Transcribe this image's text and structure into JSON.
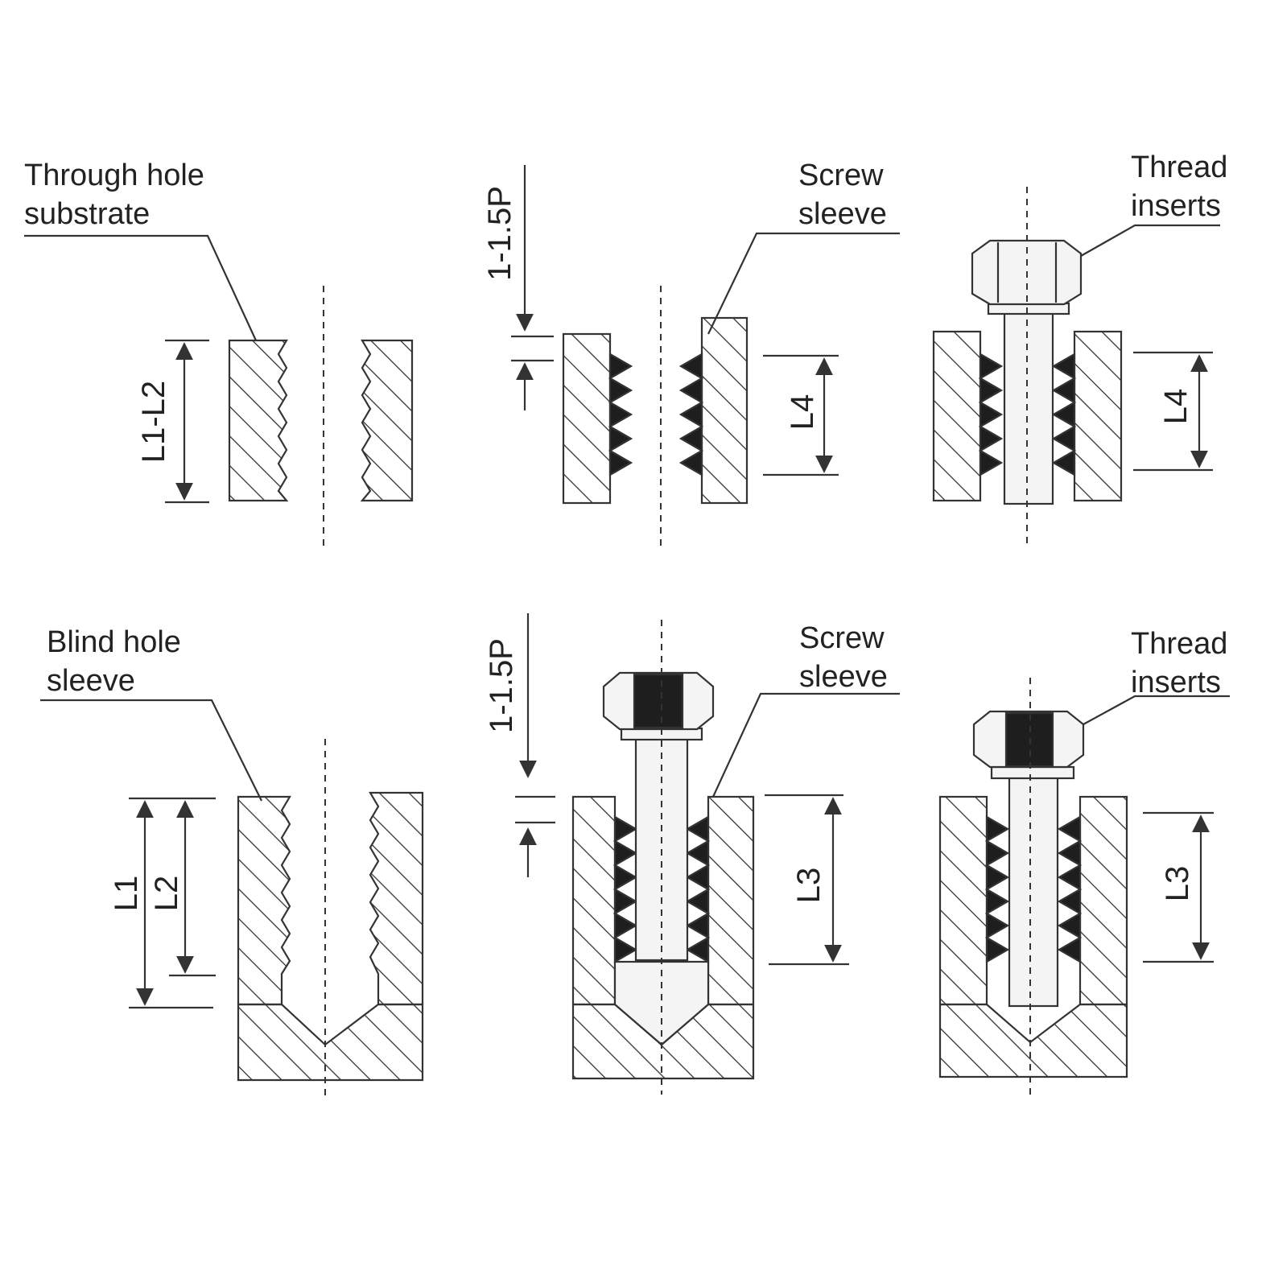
{
  "labels": {
    "through_hole_l1": "Through hole",
    "through_hole_l2": "substrate",
    "screw_sleeve_top_l1": "Screw",
    "screw_sleeve_top_l2": "sleeve",
    "thread_inserts_top_l1": "Thread",
    "thread_inserts_top_l2": "inserts",
    "blind_hole_l1": "Blind hole",
    "blind_hole_l2": "sleeve",
    "screw_sleeve_bottom_l1": "Screw",
    "screw_sleeve_bottom_l2": "sleeve",
    "thread_inserts_bottom_l1": "Thread",
    "thread_inserts_bottom_l2": "inserts"
  },
  "dimensions": {
    "l1_minus_l2": "L1-L2",
    "pitch_top": "1-1.5P",
    "l4_middle": "L4",
    "l4_right": "L4",
    "l1": "L1",
    "l2": "L2",
    "pitch_bottom": "1-1.5P",
    "l3_middle": "L3",
    "l3_right": "L3"
  },
  "colors": {
    "line": "#333333",
    "thread_fill": "#1e1e1e",
    "metal_fill": "#f4f4f4"
  }
}
